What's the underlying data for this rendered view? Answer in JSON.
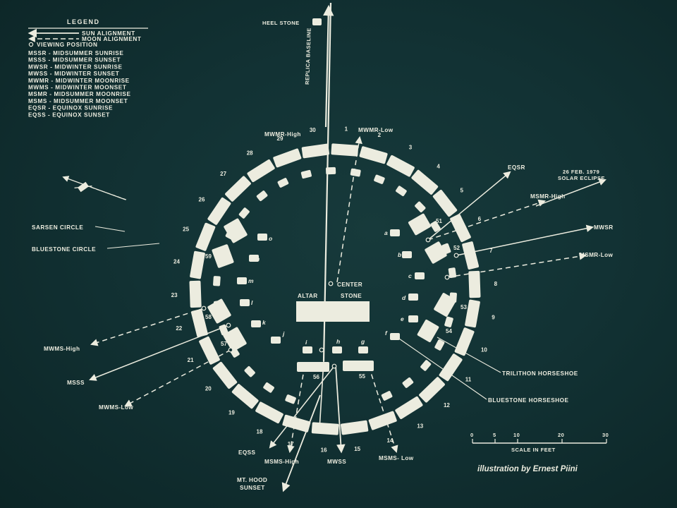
{
  "legend": {
    "title": "LEGEND",
    "sun_alignment": "SUN ALIGNMENT",
    "moon_alignment": "MOON ALIGNMENT",
    "viewing_position": "VIEWING POSITION",
    "abbreviations": [
      "MSSR - MIDSUMMER SUNRISE",
      "MSSS - MIDSUMMER SUNSET",
      "MWSR - MIDWINTER SUNRISE",
      "MWSS - MIDWINTER SUNSET",
      "MWMR - MIDWINTER MOONRISE",
      "MWMS - MIDWINTER MOONSET",
      "MSMR - MIDSUMMER MOONRISE",
      "MSMS - MIDSUMMER MOONSET",
      "EQSR - EQUINOX SUNRISE",
      "EQSS - EQUINOX SUNSET"
    ]
  },
  "labels": {
    "heel_stone": "HEEL STONE",
    "replica_baseline": "REPLICA BASELINE",
    "center": "CENTER",
    "altar": "ALTAR",
    "stone": "STONE",
    "sarsen_circle": "SARSEN CIRCLE",
    "bluestone_circle": "BLUESTONE CIRCLE",
    "trilithon_horseshoe": "TRILITHON HORSESHOE",
    "bluestone_horseshoe": "BLUESTONE HORSESHOE",
    "eclipse_line1": "26 FEB. 1979",
    "eclipse_line2": "SOLAR ECLIPSE",
    "mt_hood_line1": "MT. HOOD",
    "mt_hood_line2": "SUNSET",
    "credit": "illustration by Ernest Piini"
  },
  "alignments": {
    "mwmr_high": "MWMR-High",
    "mwmr_low": "MWMR-Low",
    "eqsr": "EQSR",
    "msmr_high": "MSMR-High",
    "mwsr": "MWSR",
    "msmr_low": "MSMR-Low",
    "mwms_high": "MWMS-High",
    "msss": "MSSS",
    "mwms_low": "MWMS-Low",
    "eqss": "EQSS",
    "msms_high": "MSMS-High",
    "mwss": "MWSS",
    "msms_low": "MSMS- Low"
  },
  "scale": {
    "title": "SCALE IN FEET",
    "ticks": [
      "0",
      "5",
      "10",
      "20",
      "30"
    ]
  },
  "sarsen_numbers": [
    "1",
    "2",
    "3",
    "4",
    "5",
    "6",
    "7",
    "8",
    "9",
    "10",
    "11",
    "12",
    "13",
    "14",
    "15",
    "16",
    "17",
    "18",
    "19",
    "20",
    "21",
    "22",
    "23",
    "24",
    "25",
    "26",
    "27",
    "28",
    "29",
    "30"
  ],
  "trilithon_numbers": [
    "51",
    "52",
    "53",
    "54",
    "55",
    "56",
    "57",
    "58",
    "59"
  ],
  "bluestone_letters": [
    "a",
    "b",
    "c",
    "d",
    "e",
    "f",
    "g",
    "h",
    "i",
    "j",
    "k",
    "l",
    "m",
    "n",
    "o"
  ],
  "colors": {
    "background": "#123234",
    "ink": "#ececdf"
  }
}
